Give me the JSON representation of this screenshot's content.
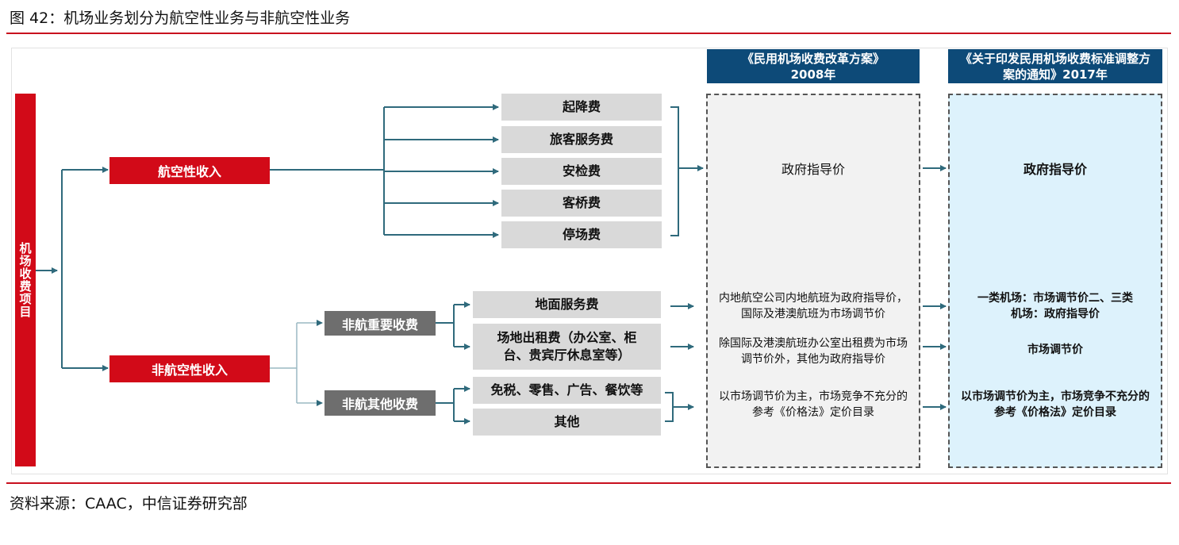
{
  "title": "图 42：机场业务划分为航空性业务与非航空性业务",
  "source": "资料来源：CAAC，中信证券研究部",
  "root": "机场收费项目",
  "aero": {
    "label": "航空性收入",
    "items": [
      "起降费",
      "旅客服务费",
      "安检费",
      "客桥费",
      "停场费"
    ]
  },
  "nonaero": {
    "label": "非航空性收入",
    "important": {
      "label": "非航重要收费",
      "items": [
        "地面服务费",
        "场地出租费（办公室、柜台、贵宾厅休息室等）"
      ]
    },
    "other": {
      "label": "非航其他收费",
      "items": [
        "免税、零售、广告、餐饮等",
        "其他"
      ]
    }
  },
  "columns": [
    {
      "header": "《民用机场收费改革方案》2008年",
      "aero": "政府指导价",
      "ground": "内地航空公司内地航班为政府指导价，国际及港澳航班为市场调节价",
      "rent": "除国际及港澳航班办公室出租费为市场调节价外，其他为政府指导价",
      "other": "以市场调节价为主，市场竞争不充分的参考《价格法》定价目录"
    },
    {
      "header": "《关于印发民用机场收费标准调整方案的通知》2017年",
      "aero": "政府指导价",
      "ground": "一类机场：市场调节价二、三类机场：政府指导价",
      "rent": "市场调节价",
      "other": "以市场调节价为主，市场竞争不充分的参考《价格法》定价目录"
    }
  ],
  "colors": {
    "red": "#d20a18",
    "navy": "#0d4a78",
    "gray": "#6e6e6e",
    "leaf": "#d9d9d9",
    "connector": "#2f6a7c",
    "light_blue": "#ddf2fc"
  }
}
